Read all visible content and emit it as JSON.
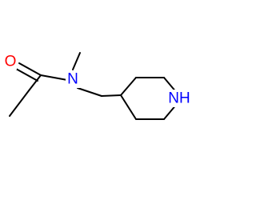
{
  "molecule": {
    "colors": {
      "carbon_bond": "#000000",
      "oxygen": "#ff0000",
      "nitrogen": "#0000ff",
      "background": "#ffffff"
    },
    "atoms": {
      "carbonyl_oxygen": "O",
      "amide_nitrogen": "N",
      "ring_nitrogen": "NH"
    }
  }
}
